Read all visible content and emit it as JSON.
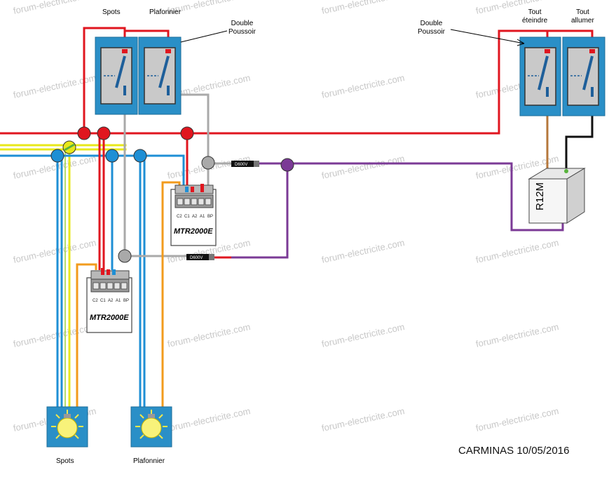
{
  "labels": {
    "spots_top": "Spots",
    "plafonnier_top": "Plafonnier",
    "double_poussoir_left": "Double\nPoussoir",
    "double_poussoir_right": "Double\nPoussoir",
    "tout_eteindre": "Tout\néteindre",
    "tout_allumer": "Tout\nallumer",
    "spots_bottom": "Spots",
    "plafonnier_bottom": "Plafonnier",
    "credit": "CARMINAS 10/05/2016"
  },
  "modules": {
    "mtr_name": "MTR2000E",
    "terminals": [
      "C2",
      "C1",
      "A2",
      "A1",
      "BP"
    ],
    "r12m": "R12M",
    "diode": "D600V"
  },
  "watermark": "forum-electricite.com",
  "colors": {
    "phase": "#e0161f",
    "neutral": "#1e8fd5",
    "earth_yellow": "#e8e81a",
    "earth_green": "#58b33c",
    "grey": "#a9a9a9",
    "orange": "#f29b1d",
    "purple": "#7b3a96",
    "brown": "#b5773b",
    "black": "#111111",
    "switch_box": "#2a8fc7",
    "lamp_box": "#2a8fc7"
  }
}
